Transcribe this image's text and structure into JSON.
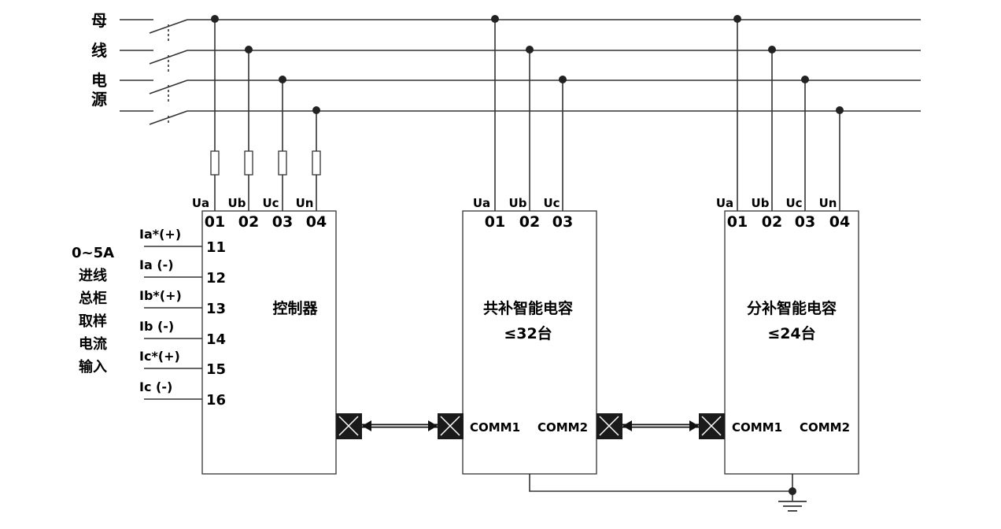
{
  "busbar": {
    "label_chars": [
      "母",
      "线",
      "电",
      "源"
    ]
  },
  "current_input": {
    "label_lines": [
      "0~5A",
      "进线",
      "总柜",
      "取样",
      "电流",
      "输入"
    ],
    "signals": [
      "Ia*(+)",
      "Ia (-)",
      "Ib*(+)",
      "Ib (-)",
      "Ic*(+)",
      "Ic (-)"
    ],
    "terminals": [
      "11",
      "12",
      "13",
      "14",
      "15",
      "16"
    ]
  },
  "controller": {
    "title": "控制器",
    "phases": [
      "Ua",
      "Ub",
      "Uc",
      "Un"
    ],
    "terminals": [
      "01",
      "02",
      "03",
      "04"
    ]
  },
  "common_cap": {
    "title": "共补智能电容",
    "capacity": "≤32台",
    "phases": [
      "Ua",
      "Ub",
      "Uc"
    ],
    "terminals": [
      "01",
      "02",
      "03"
    ],
    "comm1": "COMM1",
    "comm2": "COMM2"
  },
  "split_cap": {
    "title": "分补智能电容",
    "capacity": "≤24台",
    "phases": [
      "Ua",
      "Ub",
      "Uc",
      "Un"
    ],
    "terminals": [
      "01",
      "02",
      "03",
      "04"
    ],
    "comm1": "COMM1",
    "comm2": "COMM2"
  }
}
